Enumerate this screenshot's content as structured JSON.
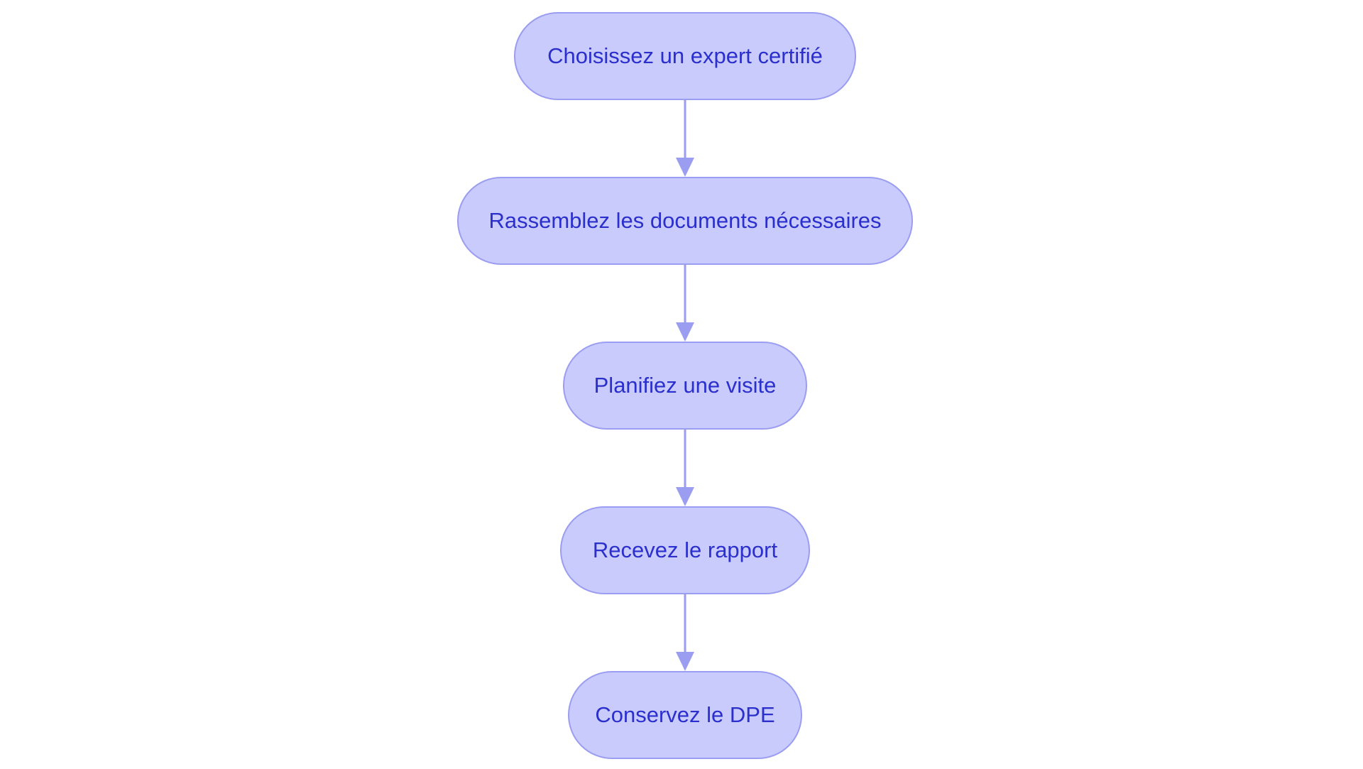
{
  "diagram": {
    "colors": {
      "node_fill": "#c9cbfd",
      "node_border": "#9b9ef0",
      "node_text": "#2b2fcc",
      "edge": "#9b9ef0"
    },
    "nodes": [
      {
        "id": "n1",
        "label": "Choisissez un expert certifié"
      },
      {
        "id": "n2",
        "label": "Rassemblez les documents nécessaires"
      },
      {
        "id": "n3",
        "label": "Planifiez une visite"
      },
      {
        "id": "n4",
        "label": "Recevez le rapport"
      },
      {
        "id": "n5",
        "label": "Conservez le DPE"
      }
    ],
    "edges": [
      {
        "from": "n1",
        "to": "n2"
      },
      {
        "from": "n2",
        "to": "n3"
      },
      {
        "from": "n3",
        "to": "n4"
      },
      {
        "from": "n4",
        "to": "n5"
      }
    ]
  }
}
